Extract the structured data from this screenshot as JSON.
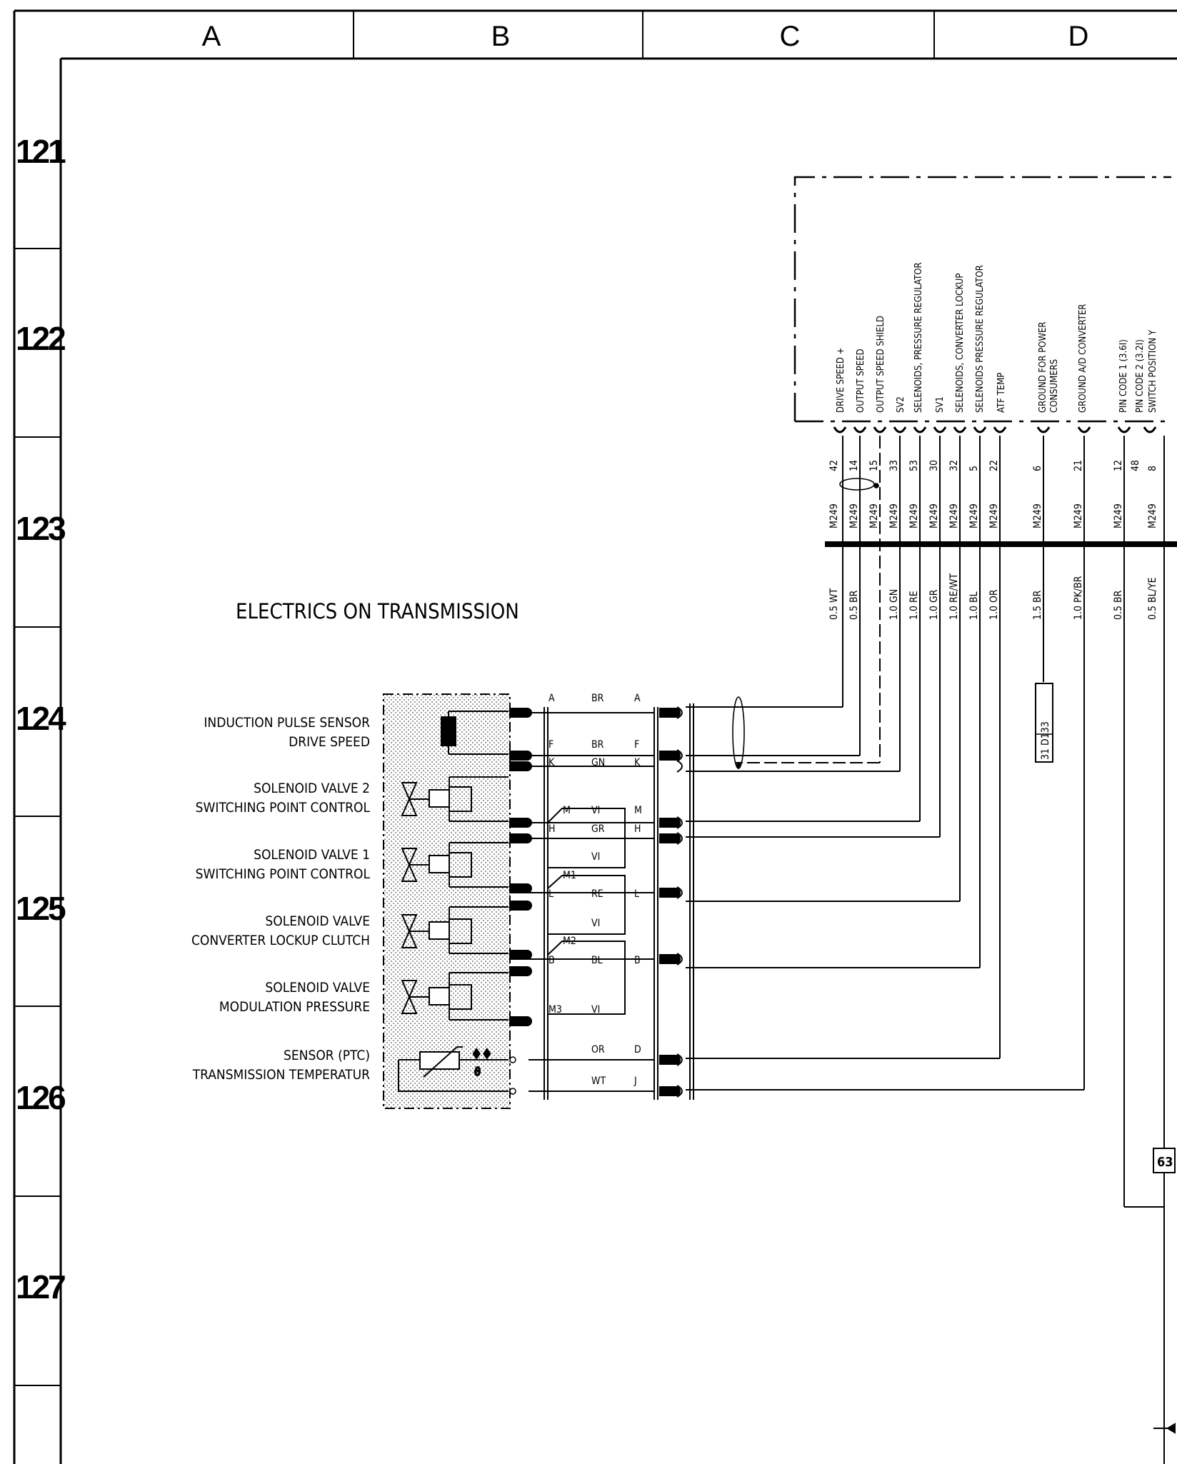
{
  "grid": {
    "columns": [
      "A",
      "B",
      "C",
      "D"
    ],
    "rows": [
      "121",
      "122",
      "123",
      "124",
      "125",
      "126",
      "127"
    ]
  },
  "title": "ELECTRICS ON TRANSMISSION",
  "components": [
    {
      "l1": "INDUCTION PULSE SENSOR",
      "l2": "DRIVE SPEED"
    },
    {
      "l1": "SOLENOID VALVE 2",
      "l2": "SWITCHING POINT CONTROL"
    },
    {
      "l1": "SOLENOID VALVE 1",
      "l2": "SWITCHING POINT CONTROL"
    },
    {
      "l1": "SOLENOID VALVE",
      "l2": "CONVERTER LOCKUP CLUTCH"
    },
    {
      "l1": "SOLENOID VALVE",
      "l2": "MODULATION PRESSURE"
    },
    {
      "l1": "SENSOR (PTC)",
      "l2": "TRANSMISSION TEMPERATUR"
    }
  ],
  "harness_pins": [
    {
      "left": "A",
      "wire": "BR",
      "right": "A"
    },
    {
      "left": "F",
      "wire": "BR",
      "right": "F"
    },
    {
      "left": "K",
      "wire": "GN",
      "right": "K"
    },
    {
      "left": "M",
      "wire": "VI",
      "right": "M"
    },
    {
      "left": "H",
      "wire": "GR",
      "right": "H"
    },
    {
      "left": "",
      "wire": "VI",
      "right": ""
    },
    {
      "left": "M1",
      "wire": "",
      "right": ""
    },
    {
      "left": "L",
      "wire": "RE",
      "right": "L"
    },
    {
      "left": "",
      "wire": "VI",
      "right": ""
    },
    {
      "left": "M2",
      "wire": "",
      "right": ""
    },
    {
      "left": "B",
      "wire": "BL",
      "right": "B"
    },
    {
      "left": "M3",
      "wire": "VI",
      "right": ""
    },
    {
      "left": "",
      "wire": "OR",
      "right": "D"
    },
    {
      "left": "",
      "wire": "WT",
      "right": "J"
    }
  ],
  "control_unit": {
    "functions": [
      "DRIVE SPEED +",
      "OUTPUT SPEED",
      "OUTPUT SPEED SHIELD",
      "SV2",
      "SELENOIDS, PRESSURE REGULATOR",
      "SV1",
      "SELENOIDS, CONVERTER LOCKUP",
      "SELENOIDS PRESSURE REGULATOR",
      "ATF TEMP",
      "GROUND FOR POWER",
      "CONSUMERS",
      "GROUND A/D CONVERTER",
      "PIN CODE 1 (3.6I)",
      "PIN CODE 2 (3.2I)",
      "SWITCH POSITION Y"
    ],
    "pins": [
      "42",
      "14",
      "15",
      "33",
      "53",
      "30",
      "32",
      "5",
      "22",
      "6",
      "21",
      "12",
      "48",
      "8"
    ],
    "connectors": [
      "M249",
      "M249",
      "M249",
      "M249",
      "M249",
      "M249",
      "M249",
      "M249",
      "M249",
      "M249",
      "M249",
      "M249",
      "M249"
    ],
    "wires": [
      "0.5 WT",
      "0.5 BR",
      "1.0 GN",
      "1.0 RE",
      "1.0 GR",
      "1.0 RE/WT",
      "1.0 BL",
      "1.0 OR",
      "1.5 BR",
      "1.0 PK/BR",
      "0.5 BR",
      "0.5 BL/YE"
    ]
  },
  "ground_ref": "31 D133",
  "ref_box": "63"
}
